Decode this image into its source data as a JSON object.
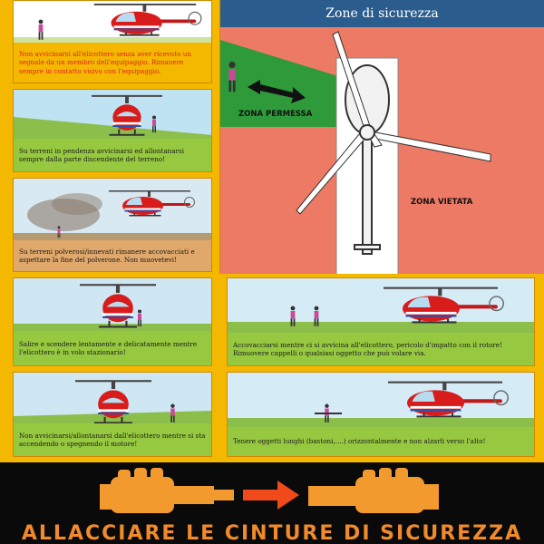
{
  "zone": {
    "title": "Zone di sicurezza",
    "allowed_label": "ZONA PERMESSA",
    "forbidden_label": "ZONA VIETATA"
  },
  "panels": [
    {
      "caption": "Non avvicinarsi all'elicottero senza aver ricevuto un segnale da un membro dell'equipaggio. Rimanere sempre in contatto visivo con l'equipaggio."
    },
    {
      "caption": "Su terreni in pendenza avvicinarsi ed allontanarsi sempre dalla parte discendente del terreno!"
    },
    {
      "caption": "Su terreni polverosi/innevati rimanere accovacciati e aspettare la fine del polverone. Non muovetevi!"
    },
    {
      "caption": "Salire e scendere lentamente e delicatamente mentre l'elicottero è in volo stazionario!"
    },
    {
      "caption": "Accovacciarsi mentre ci si avvicina all'elicottero, pericolo d'impatto con il rotore! Rimuovere cappelli o qualsiasi oggetto che può volare via."
    },
    {
      "caption": "Non avvicinarsi/allontanarsi dall'elicottero mentre  si sta accendendo o spegnendo il motore!"
    },
    {
      "caption": "Tenere oggetti lunghi (bastoni,....) orizzontalmente e non alzarli verso l'alto!"
    }
  ],
  "banner": {
    "text": "ALLACCIARE LE CINTURE DI SICUREZZA"
  },
  "colors": {
    "background": "#f5b800",
    "caption_green": "#97c940",
    "zone_forbidden": "#ed7a64",
    "zone_allowed": "#2e9a3a",
    "helicopter_red": "#d81c1c",
    "banner_orange": "#f08a2a"
  }
}
